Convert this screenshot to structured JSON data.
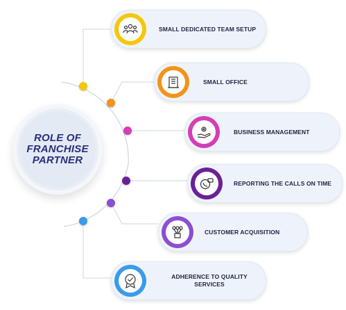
{
  "center": {
    "line1": "ROLE OF",
    "line2": "FRANCHISE",
    "line3": "PARTNER"
  },
  "items": [
    {
      "label": "SMALL DEDICATED TEAM SETUP",
      "icon": "team-icon",
      "color": "#f5c70a"
    },
    {
      "label": "SMALL OFFICE",
      "icon": "office-building-icon",
      "color": "#f2931b"
    },
    {
      "label": "BUSINESS MANAGEMENT",
      "icon": "hand-gear-icon",
      "color": "#d23fb6"
    },
    {
      "label": "REPORTING THE CALLS ON TIME",
      "icon": "phone-call-icon",
      "color": "#6b2196"
    },
    {
      "label": "CUSTOMER ACQUISITION",
      "icon": "customer-target-icon",
      "color": "#8b4fd1"
    },
    {
      "label_line1": "ADHERENCE TO QUALITY",
      "label_line2": "SERVICES",
      "icon": "quality-badge-icon",
      "color": "#3a9bea"
    }
  ]
}
